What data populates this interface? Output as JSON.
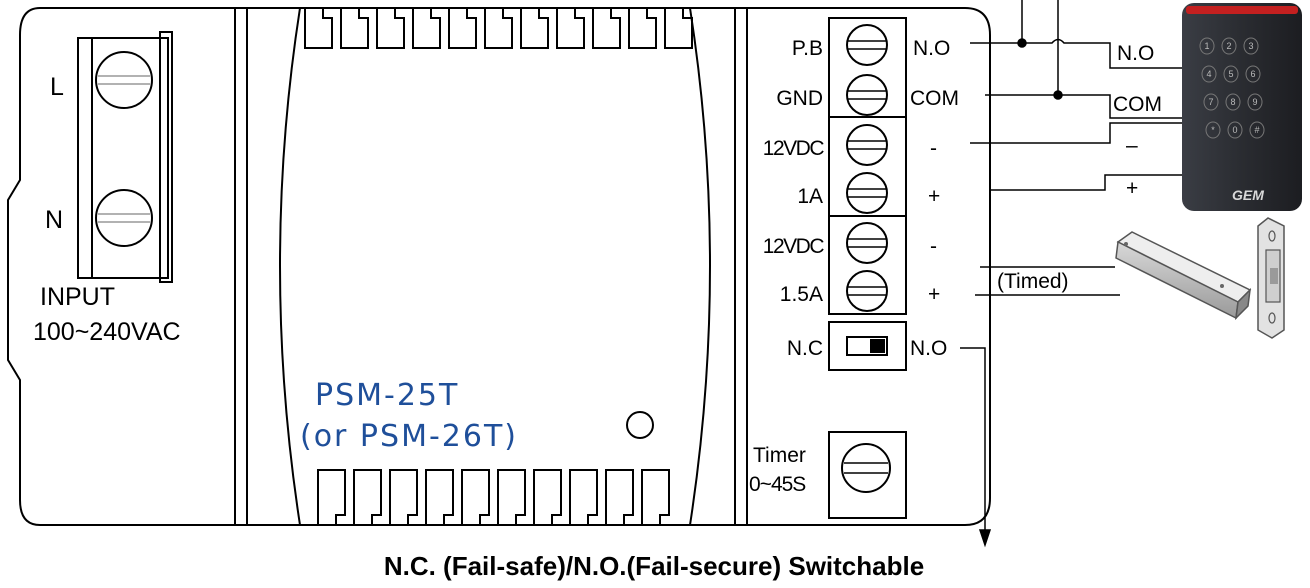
{
  "input": {
    "line_label": "L",
    "neutral_label": "N",
    "title": "INPUT",
    "range": "100~240VAC"
  },
  "model": {
    "line1": "PSM-25T",
    "line2": "(or PSM-26T)"
  },
  "terminals": {
    "left": [
      "P.B",
      "GND",
      "12VDC",
      "1A",
      "12VDC",
      "1.5A"
    ],
    "right": [
      "N.O",
      "COM",
      "-",
      "+",
      "-",
      "+"
    ]
  },
  "switch": {
    "left_label": "N.C",
    "right_label": "N.O"
  },
  "timer": {
    "line1": "Timer",
    "line2": "0~45S"
  },
  "reader": {
    "no_label": "N.O",
    "com_label": "COM",
    "minus_label": "–",
    "plus_label": "+",
    "brand": "GEM",
    "keys": [
      "1",
      "2",
      "3",
      "4",
      "5",
      "6",
      "7",
      "8",
      "9",
      "*",
      "0",
      "#"
    ]
  },
  "lock": {
    "timed_label": "(Timed)"
  },
  "caption": "N.C. (Fail-safe)/N.O.(Fail-secure) Switchable"
}
